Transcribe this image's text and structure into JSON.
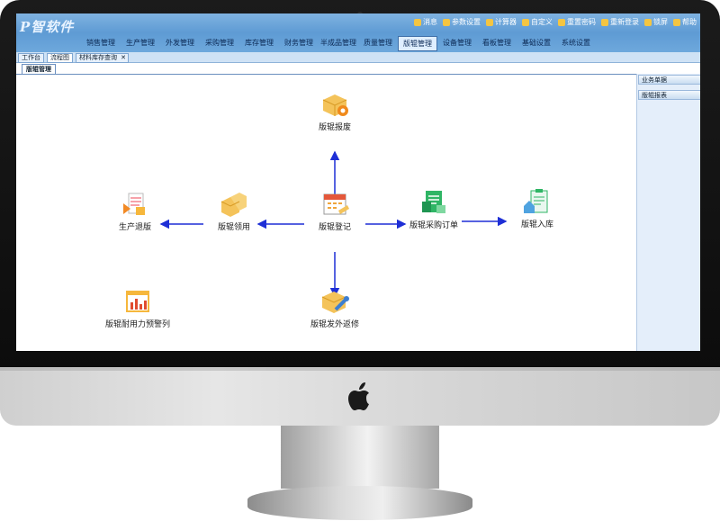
{
  "app": {
    "logo": "P智软件"
  },
  "utils": [
    "消息",
    "参数设置",
    "计算器",
    "自定义",
    "重置密码",
    "重新登录",
    "锁屏",
    "帮助"
  ],
  "menu": [
    "销售管理",
    "生产管理",
    "外发管理",
    "采购管理",
    "库存管理",
    "财务管理",
    "半成品管理",
    "质量管理",
    "版辊管理",
    "设备管理",
    "看板管理",
    "基础设置",
    "系统设置"
  ],
  "menu_active": "版辊管理",
  "tabs": {
    "t1": "工作台",
    "t2": "流程图",
    "t3": "材料库存查询"
  },
  "subtab": "版辊管理",
  "right_panel": {
    "item1": "业务单据",
    "item2": "版辊报表"
  },
  "flow": {
    "scrap": "版辊报废",
    "production_return": "生产退版",
    "use": "版辊领用",
    "register": "版辊登记",
    "purchase_order": "版辊采购订单",
    "stock_in": "版辊入库",
    "outsource_repair": "版辊发外返修",
    "durability_warning": "版辊耐用力预警列"
  },
  "colors": {
    "accent": "#5e9bd4",
    "arrow": "#1e2fd6"
  }
}
